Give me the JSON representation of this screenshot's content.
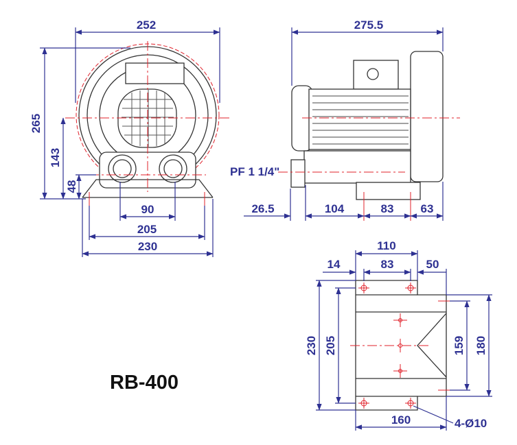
{
  "model": "RB-400",
  "colors": {
    "dimension": "#2e3192",
    "centerline": "#e0202a",
    "outline": "#333333"
  },
  "front_view": {
    "width_overall": "252",
    "height_overall": "265",
    "center_height": "143",
    "foot_height": "48",
    "port_spacing": "90",
    "foot_hole_spacing": "205",
    "foot_width": "230"
  },
  "side_view": {
    "length_overall": "275.5",
    "port_thread": "PF 1 1/4\"",
    "port_offset": "26.5",
    "dim_104": "104",
    "dim_83": "83",
    "dim_63": "63"
  },
  "base_plate": {
    "width_top": "110",
    "offset_left": "14",
    "hole_spacing_x": "83",
    "offset_right": "50",
    "length_overall": "230",
    "hole_spacing_y": "205",
    "slot_spacing": "159",
    "slot_width": "180",
    "base_length": "160",
    "holes": "4-Ø10"
  }
}
